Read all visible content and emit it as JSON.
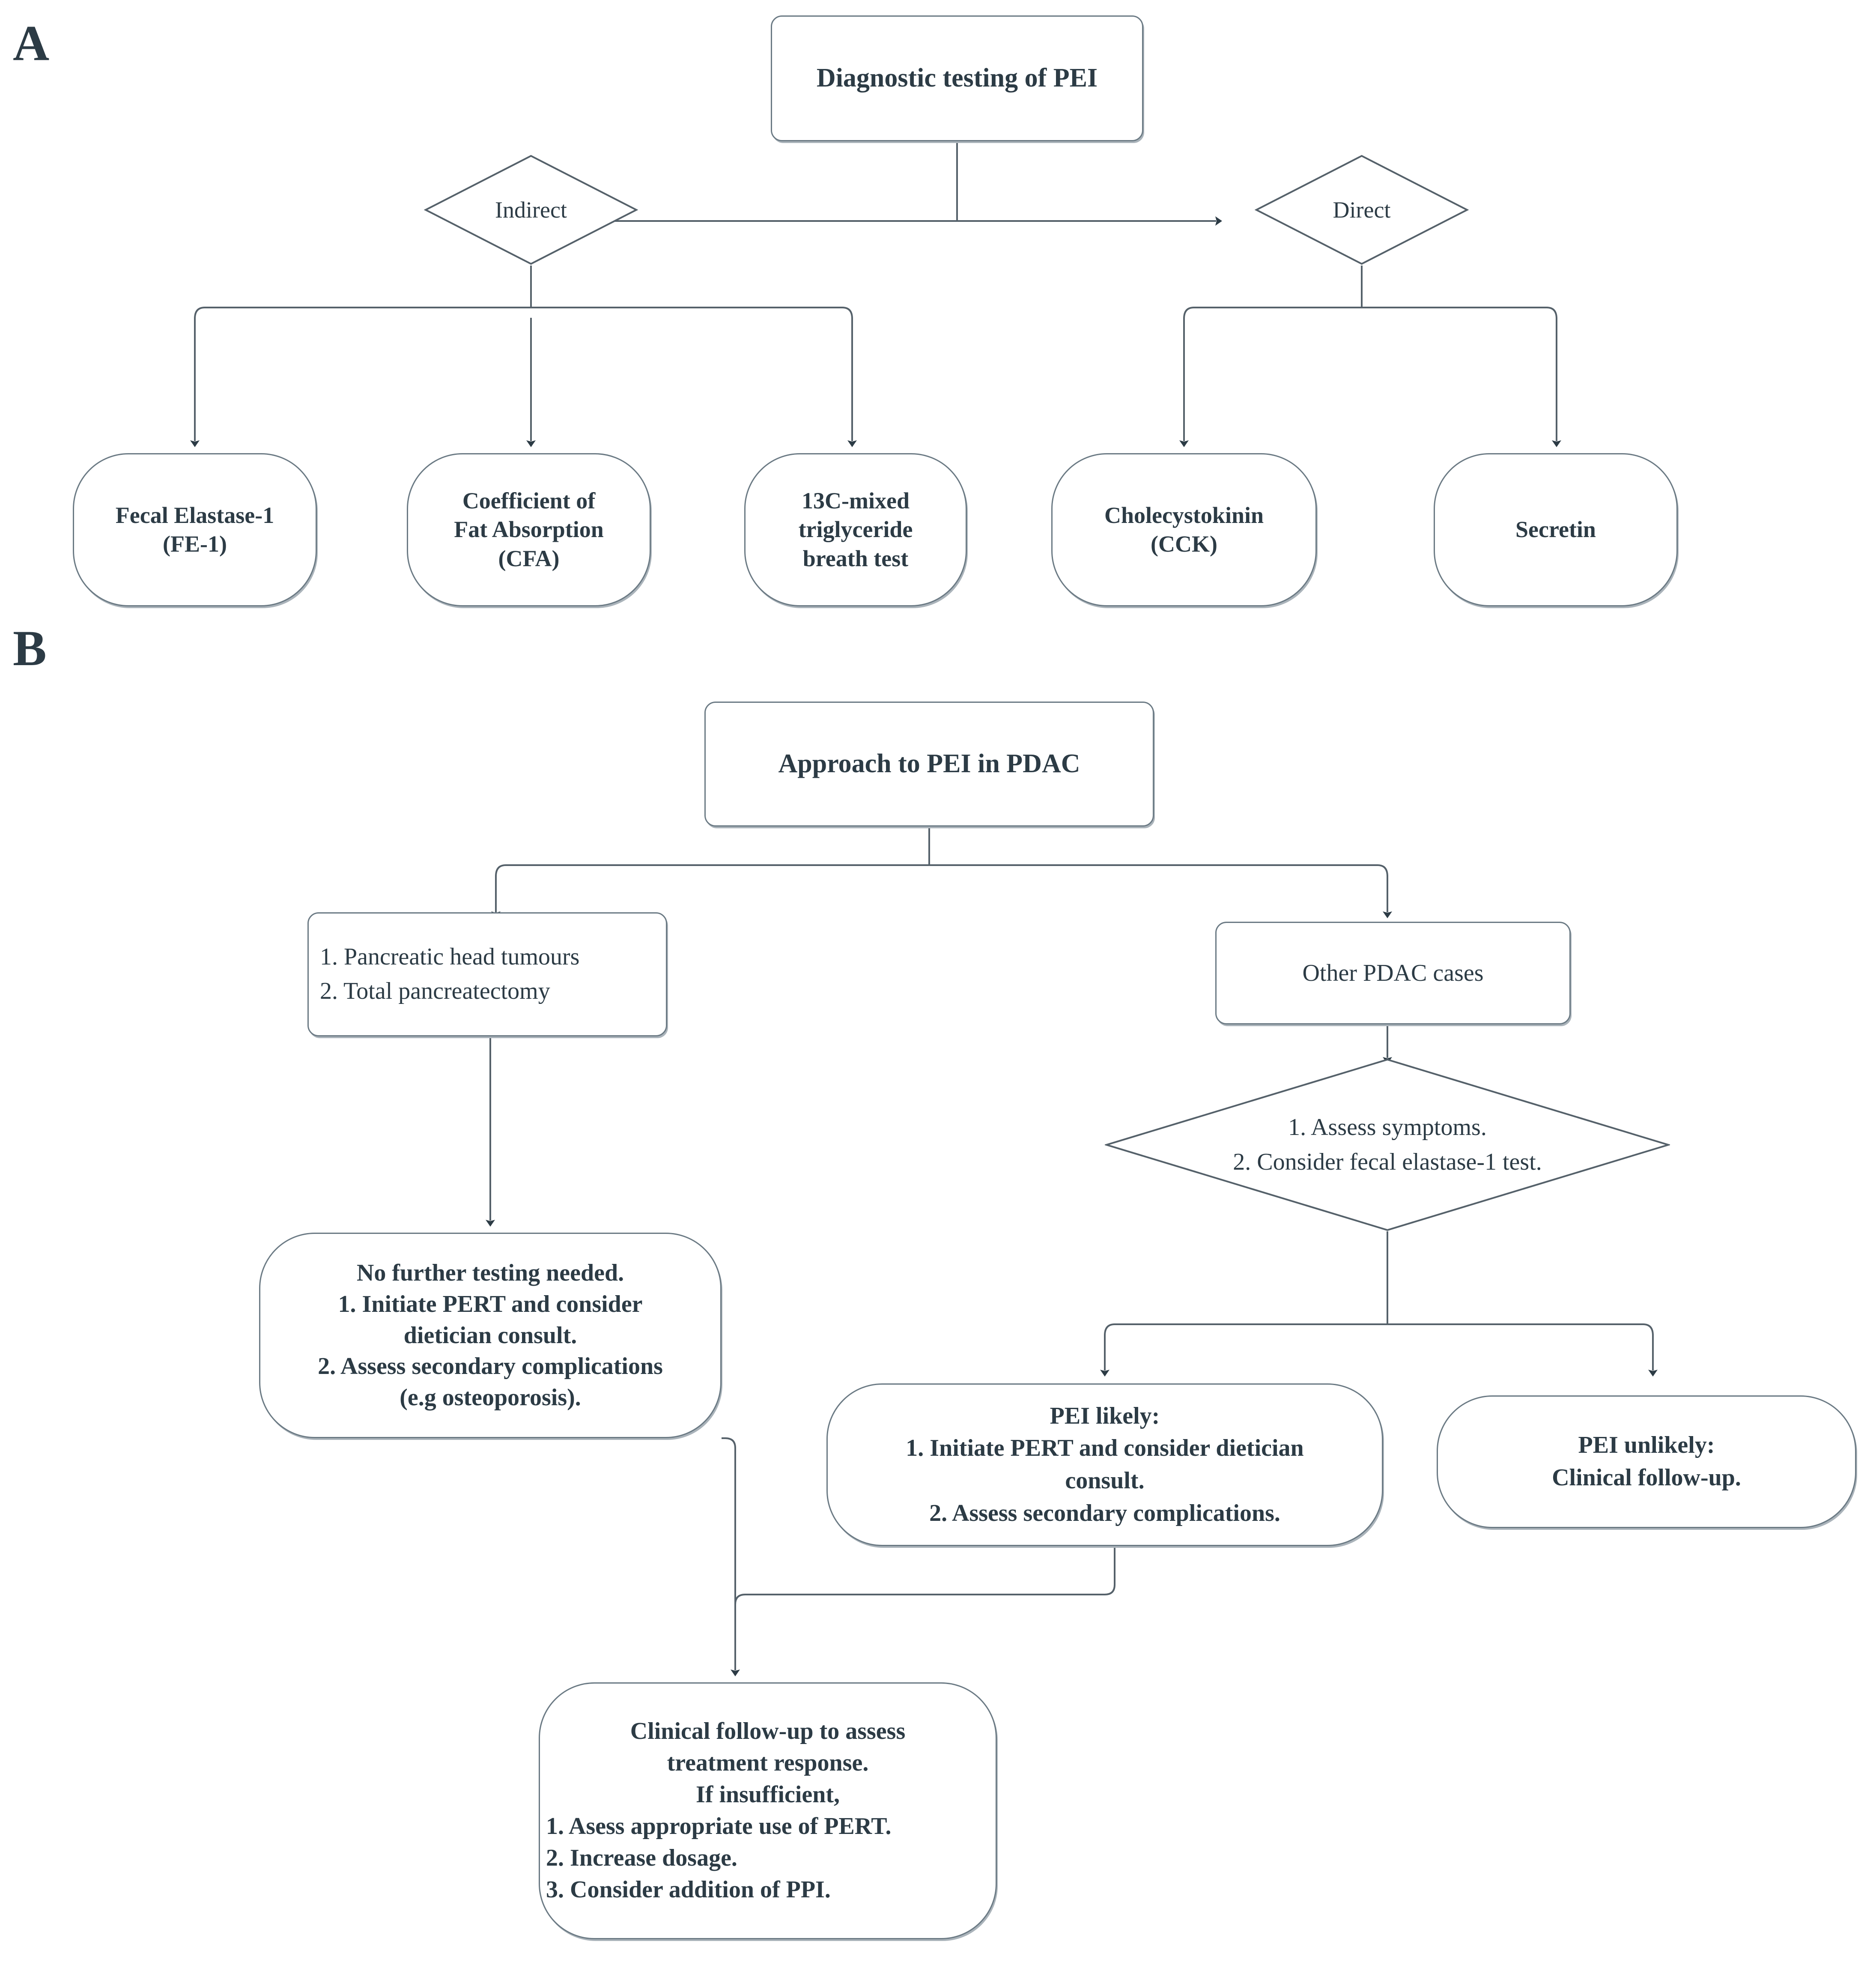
{
  "figure": {
    "panels": [
      {
        "id": "A",
        "label": "A"
      },
      {
        "id": "B",
        "label": "B"
      }
    ],
    "colors": {
      "text": "#2c3b45",
      "node_border": "#6b7a84",
      "node_fill": "#ffffff",
      "connector": "#55616a",
      "shadow": "#aab3ba",
      "background": "#ffffff"
    }
  },
  "panel_a": {
    "root": {
      "label": "Diagnostic testing of PEI"
    },
    "decisions": [
      {
        "id": "indirect",
        "label": "Indirect"
      },
      {
        "id": "direct",
        "label": "Direct"
      }
    ],
    "indirect_tests": [
      {
        "label": "Fecal Elastase-1\n(FE-1)"
      },
      {
        "label": "Coefficient of\nFat Absorption\n(CFA)"
      },
      {
        "label": "13C-mixed\ntriglyceride\nbreath test"
      }
    ],
    "direct_tests": [
      {
        "label": "Cholecystokinin\n(CCK)"
      },
      {
        "label": "Secretin"
      }
    ]
  },
  "panel_b": {
    "root": {
      "label": "Approach to PEI in PDAC"
    },
    "branch_left": {
      "label": "1. Pancreatic head tumours\n2. Total pancreatectomy"
    },
    "branch_right": {
      "label": "Other PDAC cases"
    },
    "decision": {
      "label": "1. Assess symptoms.\n2. Consider fecal elastase-1 test."
    },
    "outcome_left": {
      "label": "No further testing needed.\n1.  Initiate PERT and consider\ndietician consult.\n2. Assess secondary complications\n(e.g osteoporosis)."
    },
    "outcome_pei_likely": {
      "label": "PEI likely:\n1. Initiate PERT and consider dietician\nconsult.\n2. Assess secondary complications."
    },
    "outcome_pei_unlikely": {
      "label": "PEI unlikely:\nClinical follow-up."
    },
    "final": {
      "label_centered": "Clinical follow-up to assess\ntreatment response.\nIf insufficient,",
      "label_list": "1. Asess appropriate use of PERT.\n2. Increase dosage.\n3. Consider addition of PPI."
    }
  }
}
